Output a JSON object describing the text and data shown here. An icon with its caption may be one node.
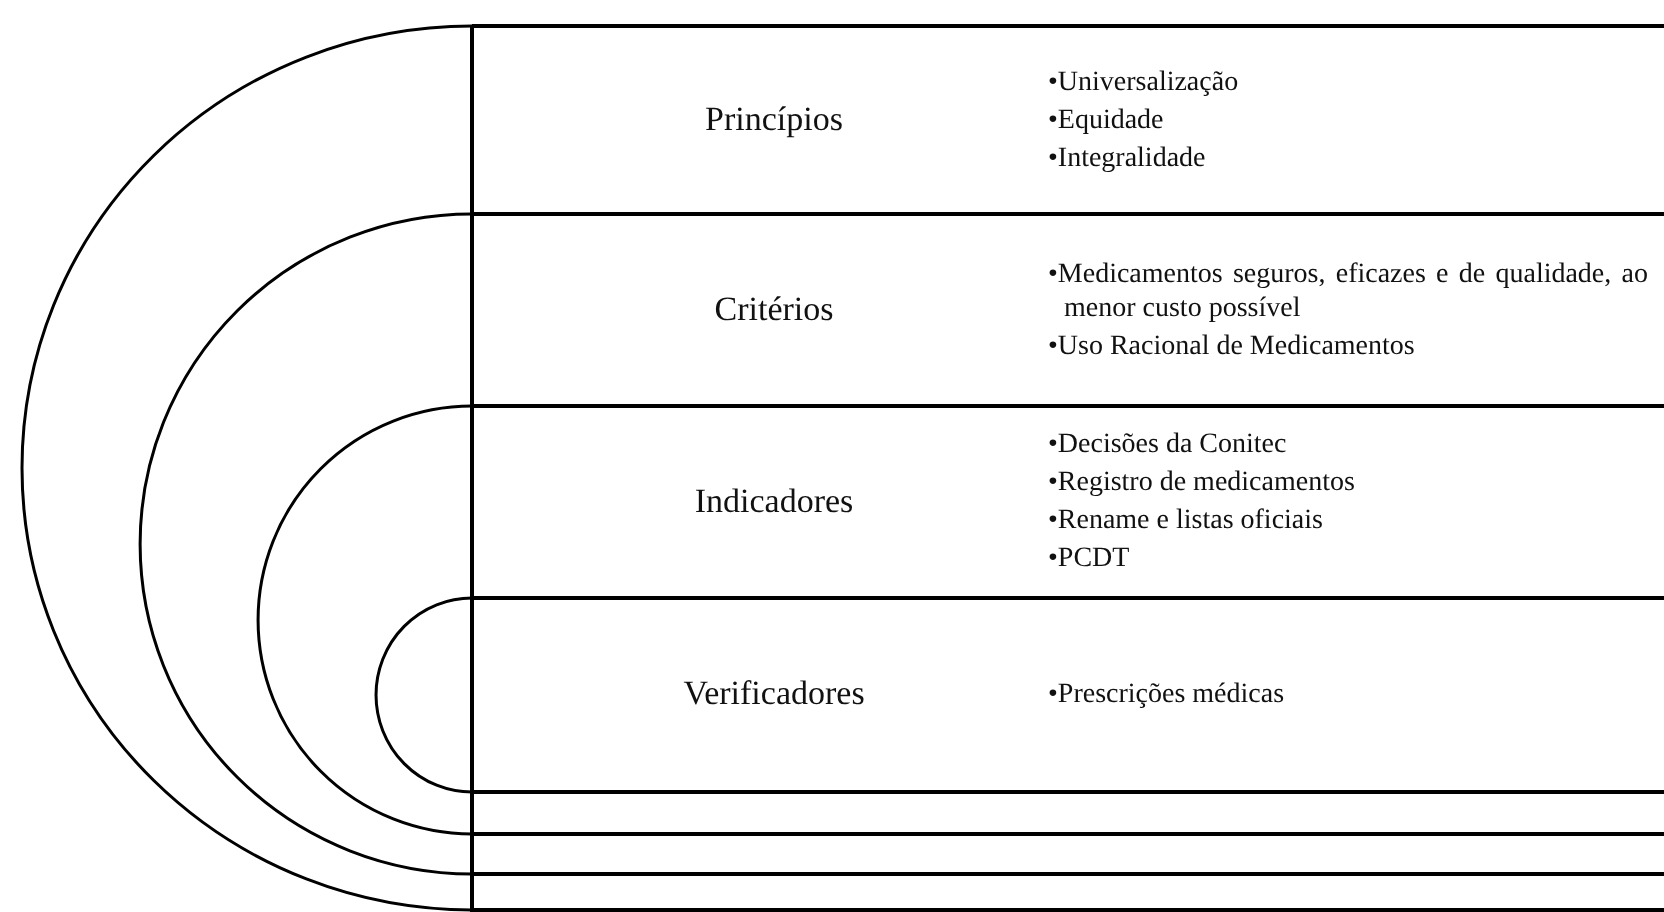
{
  "diagram": {
    "nodes": [
      {
        "text": [
          "Princípios",
          "•Universalização",
          "•Equidade",
          "•Integralidade"
        ]
      },
      {
        "text": [
          "Critérios",
          "•Medicamentos seguros, eficazes e de qualidade, ao menor custo possível",
          "•Uso Racional de Medicamentos"
        ],
        "in": 0
      },
      {
        "text": [
          "Indicadores",
          "•Decisões da Conitec",
          "•Registro de medicamentos",
          "•Rename e listas oficiais",
          "•PCDT"
        ],
        "in": 1
      },
      {
        "text": [
          "Verificadores",
          "•Prescrições médicas"
        ],
        "in": 2
      }
    ]
  }
}
